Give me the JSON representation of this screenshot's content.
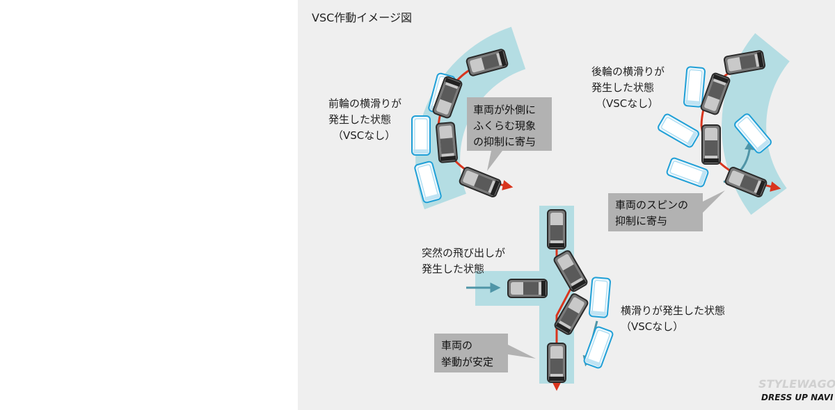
{
  "title": "VSC作動イメージ図",
  "scenario_front": {
    "label_lines": [
      "前輪の横滑りが",
      "発生した状態",
      "（VSCなし）"
    ],
    "callout_lines": [
      "車両が外側に",
      "ふくらむ現象",
      "の抑制に寄与"
    ]
  },
  "scenario_rear": {
    "label_lines": [
      "後輪の横滑りが",
      "発生した状態",
      "（VSCなし）"
    ],
    "callout_lines": [
      "車両のスピンの",
      "抑制に寄与"
    ]
  },
  "scenario_sudden": {
    "label_lines": [
      "突然の飛び出しが",
      "発生した状態"
    ],
    "skid_lines": [
      "横滑りが発生した状態",
      "（VSCなし）"
    ],
    "callout_lines": [
      "車両の",
      "挙動が安定"
    ]
  },
  "logo": {
    "line1": "STYLEWAGON",
    "line2": "DRESS UP NAVI"
  },
  "colors": {
    "road": "#b4dde3",
    "callout": "#b2b2b2",
    "arrow_red": "#d8351e",
    "arrow_teal": "#4f95a7",
    "car_dark": "#6a6a6a",
    "car_ghost": "#d6ecf7"
  }
}
